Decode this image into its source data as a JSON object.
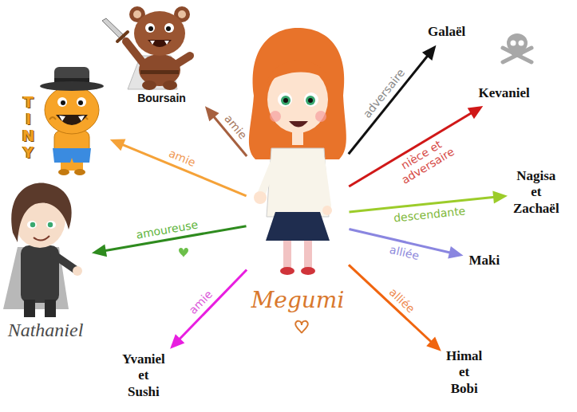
{
  "diagram": {
    "nodes": [
      {
        "text": [
          "Galaël"
        ]
      },
      {
        "text": [
          "Boursain"
        ]
      },
      {
        "text": [
          "Kevaniel"
        ]
      },
      {
        "text": [
          "TINY"
        ]
      },
      {
        "text": [
          "Nagisa et Zachaël"
        ]
      },
      {
        "text": [
          "Nathaniel"
        ]
      },
      {
        "text": [
          "Megumi"
        ]
      },
      {
        "text": [
          "Maki"
        ]
      },
      {
        "text": [
          "Yvaniel et Sushi"
        ]
      },
      {
        "text": [
          "Himal et Bobi"
        ]
      }
    ],
    "edges": [
      {
        "from": 6,
        "to": 0,
        "label": "adversaire",
        "arrow": "to"
      },
      {
        "from": 6,
        "to": 2,
        "label": "nièce et adversaire",
        "arrow": "to"
      },
      {
        "from": 6,
        "to": 4,
        "label": "descendante",
        "arrow": "to"
      },
      {
        "from": 6,
        "to": 7,
        "label": "alliée",
        "arrow": "to"
      },
      {
        "from": 6,
        "to": 9,
        "label": "alliée",
        "arrow": "to"
      },
      {
        "from": 6,
        "to": 8,
        "label": "amie",
        "arrow": "to"
      },
      {
        "from": 6,
        "to": 5,
        "label": "amoureuse",
        "arrow": "to"
      },
      {
        "from": 6,
        "to": 3,
        "label": "amie",
        "arrow": "to"
      },
      {
        "from": 6,
        "to": 1,
        "label": "amie",
        "arrow": "to"
      }
    ]
  }
}
